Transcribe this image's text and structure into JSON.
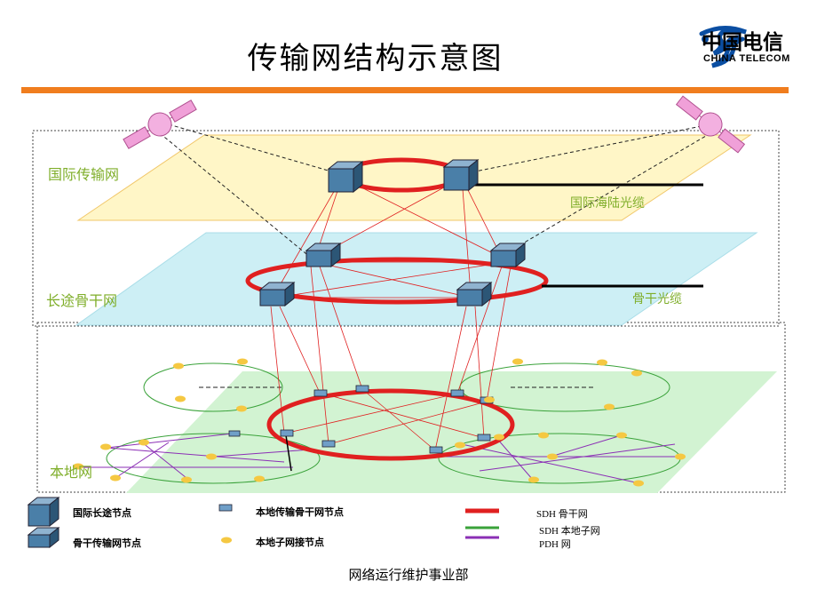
{
  "title": "传输网结构示意图",
  "logo": {
    "cn": "中国电信",
    "en": "CHINA TELECOM"
  },
  "layers": {
    "international": "国际传输网",
    "backbone": "长途骨干网",
    "local": "本地网"
  },
  "cables": {
    "submarine": "国际海陆光缆",
    "backbone": "骨干光缆"
  },
  "legend": {
    "intl_node": "国际长途节点",
    "backbone_node": "骨干传输网节点",
    "local_backbone_node": "本地传输骨干网节点",
    "local_sub_node": "本地子网接节点",
    "sdh_backbone": "SDH 骨干网",
    "sdh_local": "SDH 本地子网",
    "pdh": "PDH 网"
  },
  "colors": {
    "accent_bar": "#f07d1e",
    "ring_red": "#e02020",
    "sdh_green": "#3aa23a",
    "pdh_purple": "#8b2fb5",
    "label_green": "#7fae2a",
    "node_yellow": "#f5c842"
  },
  "footer": "网络运行维护事业部"
}
